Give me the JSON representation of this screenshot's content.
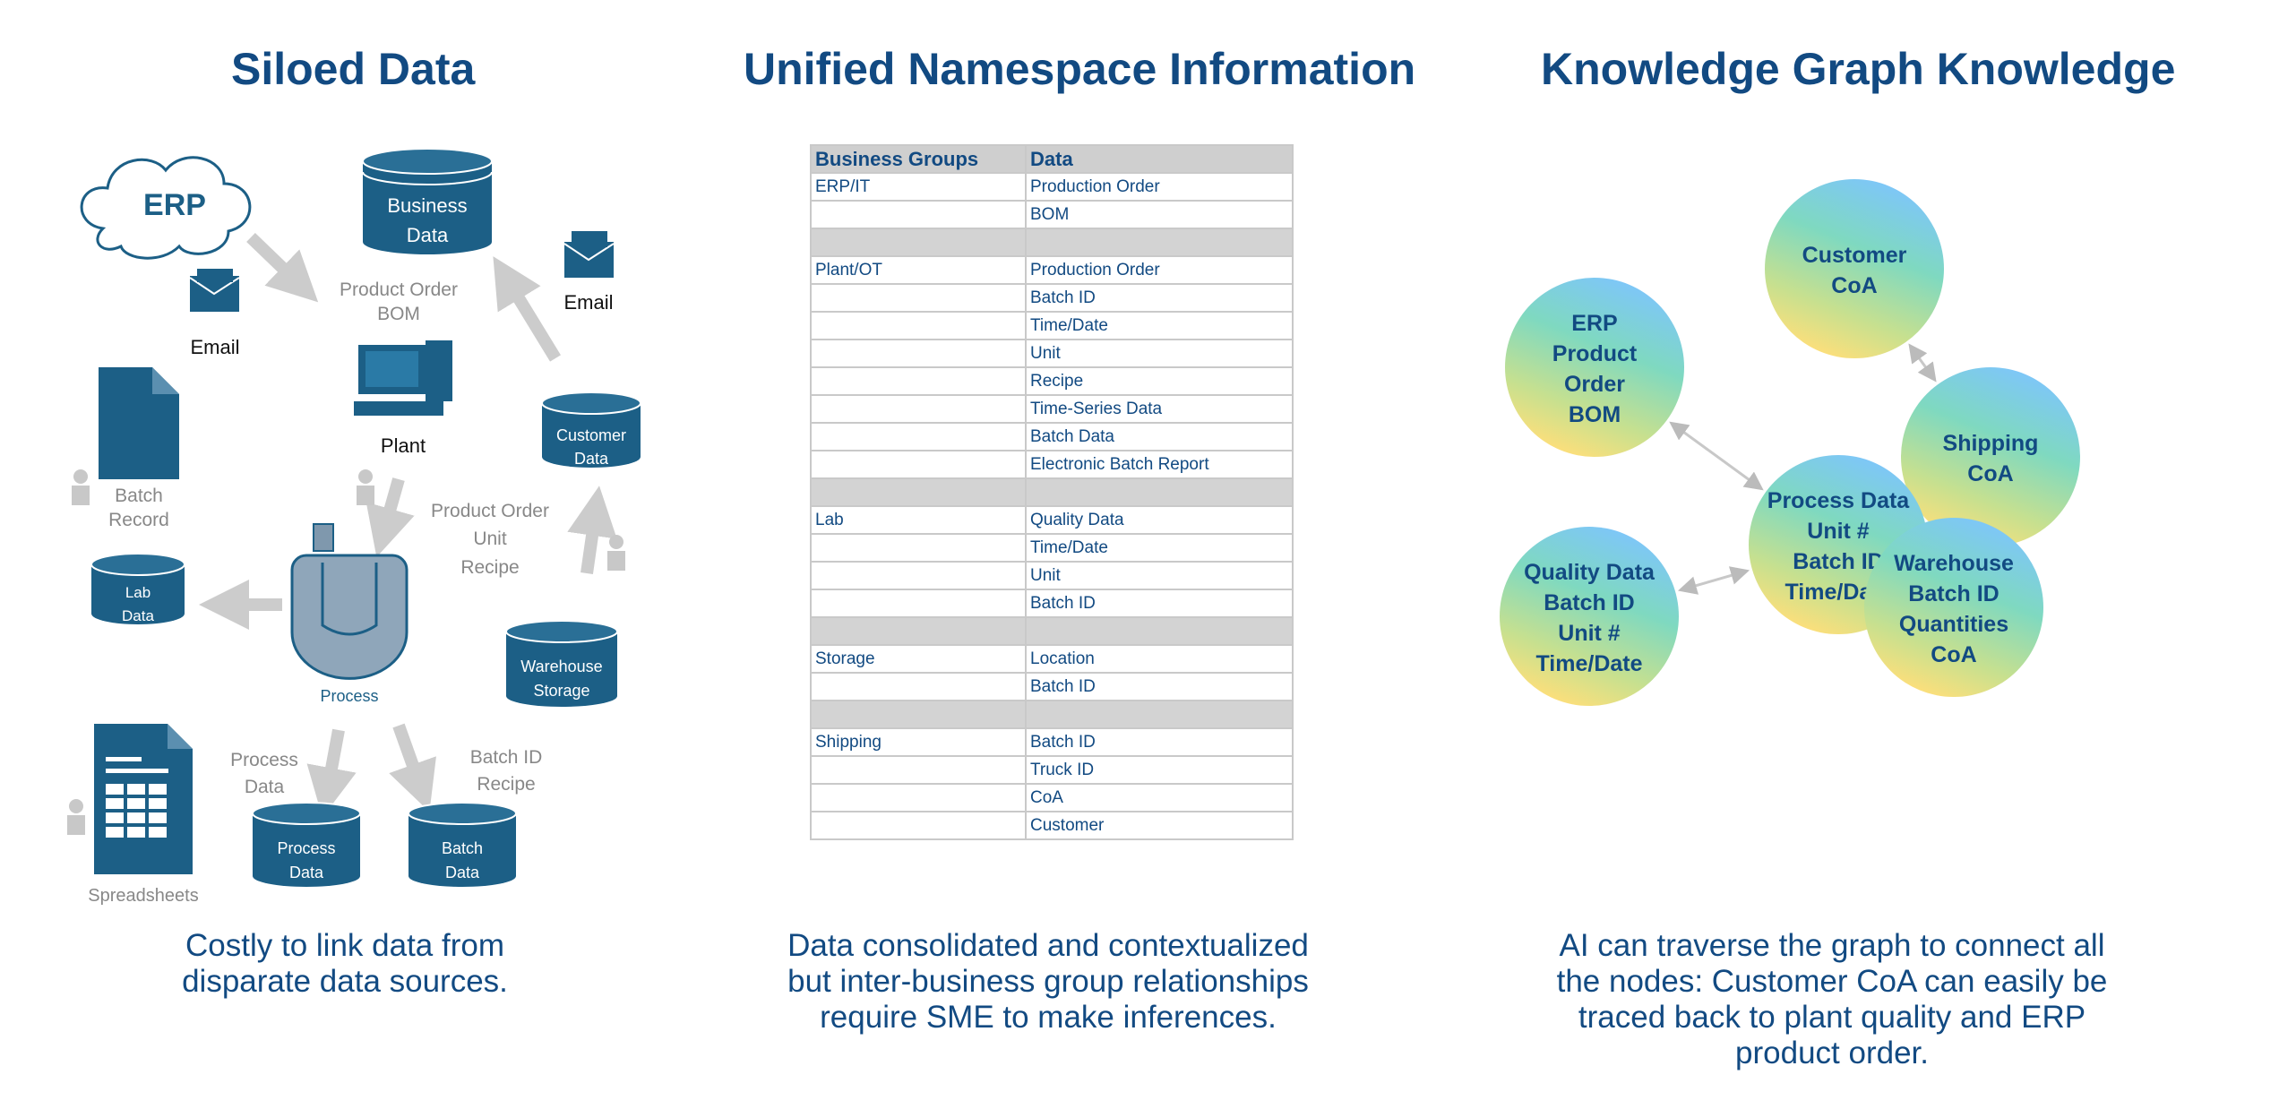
{
  "panels": [
    {
      "title": "Siloed Data",
      "caption": "Costly to link data from disparate data sources."
    },
    {
      "title": "Unified Namespace Information",
      "caption": "Data consolidated and contextualized but inter-business group relationships require SME to make inferences."
    },
    {
      "title": "Knowledge Graph Knowledge",
      "caption": "AI can traverse the graph to connect all the nodes: Customer CoA can easily be traced back to plant quality and ERP product order."
    }
  ],
  "siloed": {
    "erp": "ERP",
    "business_data": [
      "Business",
      "Data"
    ],
    "email_left": "Email",
    "email_right": "Email",
    "product_order_bom": [
      "Product Order",
      "BOM"
    ],
    "plant": "Plant",
    "customer_data": [
      "Customer",
      "Data"
    ],
    "batch_record": [
      "Batch",
      "Record"
    ],
    "product_order_unit_recipe": [
      "Product Order",
      "Unit",
      "Recipe"
    ],
    "lab_data": [
      "Lab",
      "Data"
    ],
    "process": "Process",
    "warehouse_storage": [
      "Warehouse",
      "Storage"
    ],
    "process_data_label": [
      "Process",
      "Data"
    ],
    "batch_id_recipe": [
      "Batch ID",
      "Recipe"
    ],
    "spreadsheets": "Spreadsheets",
    "process_data_db": [
      "Process",
      "Data"
    ],
    "batch_data_db": [
      "Batch",
      "Data"
    ]
  },
  "uns_table": {
    "headers": [
      "Business Groups",
      "Data"
    ],
    "rows": [
      [
        "ERP/IT",
        "Production Order"
      ],
      [
        "",
        "BOM"
      ],
      null,
      [
        "Plant/OT",
        "Production Order"
      ],
      [
        "",
        "Batch ID"
      ],
      [
        "",
        "Time/Date"
      ],
      [
        "",
        "Unit"
      ],
      [
        "",
        "Recipe"
      ],
      [
        "",
        "Time-Series Data"
      ],
      [
        "",
        "Batch Data"
      ],
      [
        "",
        "Electronic Batch Report"
      ],
      null,
      [
        "Lab",
        "Quality Data"
      ],
      [
        "",
        "Time/Date"
      ],
      [
        "",
        "Unit"
      ],
      [
        "",
        "Batch ID"
      ],
      null,
      [
        "Storage",
        "Location"
      ],
      [
        "",
        "Batch ID"
      ],
      null,
      [
        "Shipping",
        "Batch ID"
      ],
      [
        "",
        "Truck ID"
      ],
      [
        "",
        "CoA"
      ],
      [
        "",
        "Customer"
      ]
    ]
  },
  "graph": {
    "nodes": [
      {
        "id": "erp",
        "lines": [
          "ERP",
          "Product",
          "Order",
          "BOM"
        ]
      },
      {
        "id": "customer",
        "lines": [
          "Customer",
          "CoA"
        ]
      },
      {
        "id": "shipping",
        "lines": [
          "Shipping",
          "CoA"
        ]
      },
      {
        "id": "process",
        "lines": [
          "Process Data",
          "Unit #",
          "Batch ID",
          "Time/Date"
        ]
      },
      {
        "id": "quality",
        "lines": [
          "Quality Data",
          "Batch ID",
          "Unit #",
          "Time/Date"
        ]
      },
      {
        "id": "warehouse",
        "lines": [
          "Warehouse",
          "Batch ID",
          "Quantities",
          "CoA"
        ]
      }
    ],
    "edges": [
      [
        "erp",
        "process"
      ],
      [
        "customer",
        "shipping"
      ],
      [
        "shipping",
        "warehouse"
      ],
      [
        "process",
        "quality"
      ],
      [
        "process",
        "warehouse"
      ]
    ]
  },
  "colors": {
    "brand": "#124a82",
    "db": "#1c5f86",
    "arrow": "#cccccc",
    "person": "#c8c8c8"
  }
}
